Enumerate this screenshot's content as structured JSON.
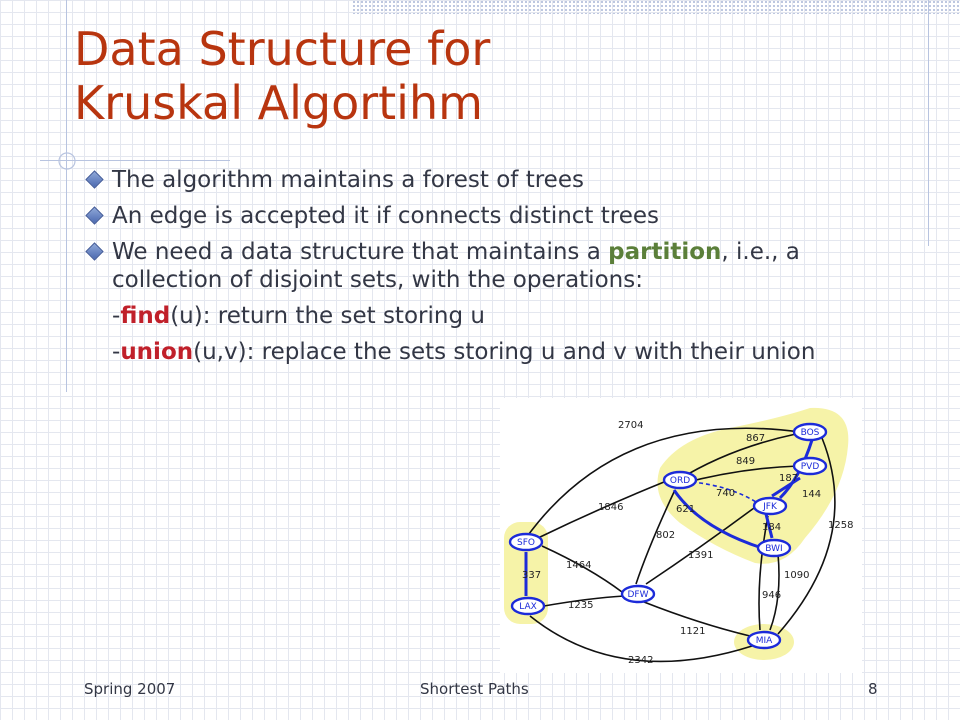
{
  "slide": {
    "title_line1": "Data Structure for",
    "title_line2": "Kruskal Algortihm",
    "bullet1": "The algorithm maintains a forest of trees",
    "bullet2": "An edge is accepted it if connects distinct trees",
    "bullet3_pre": "We need a data structure that maintains a ",
    "bullet3_kw": "partition",
    "bullet3_post": ", i.e., a collection of disjoint sets, with the operations:",
    "op1_pre": "-",
    "op1_kw": "find",
    "op1_post": "(u): return the set storing u",
    "op2_pre": "-",
    "op2_kw": "union",
    "op2_post": "(u,v): replace the sets storing u and v with their union",
    "colors": {
      "title": "#b8350f",
      "partition": "#5b7f3a",
      "operation": "#c0202a",
      "tree_edge": "#1c2bd9",
      "highlight": "#f6f3a8"
    }
  },
  "graph": {
    "nodes": {
      "bos": "BOS",
      "pvd": "PVD",
      "ord": "ORD",
      "jfk": "JFK",
      "bwi": "BWI",
      "sfo": "SFO",
      "lax": "LAX",
      "dfw": "DFW",
      "mia": "MIA"
    },
    "edges": {
      "sfo_bos": "2704",
      "ord_bos": "867",
      "ord_pvd": "849",
      "jfk_pvd": "187",
      "bos_jfk": "144",
      "ord_jfk": "740",
      "ord_bwi": "621",
      "jfk_bwi": "184",
      "bos_mia": "1258",
      "sfo_ord": "1846",
      "ord_dfw": "802",
      "dfw_jfk": "1391",
      "sfo_lax": "337",
      "sfo_dfw": "1464",
      "lax_dfw": "1235",
      "bwi_mia": "1090",
      "jfk_mia": "946",
      "dfw_mia": "1121",
      "lax_mia": "2342"
    }
  },
  "footer": {
    "left": "Spring 2007",
    "center": "Shortest Paths",
    "page": "8"
  }
}
